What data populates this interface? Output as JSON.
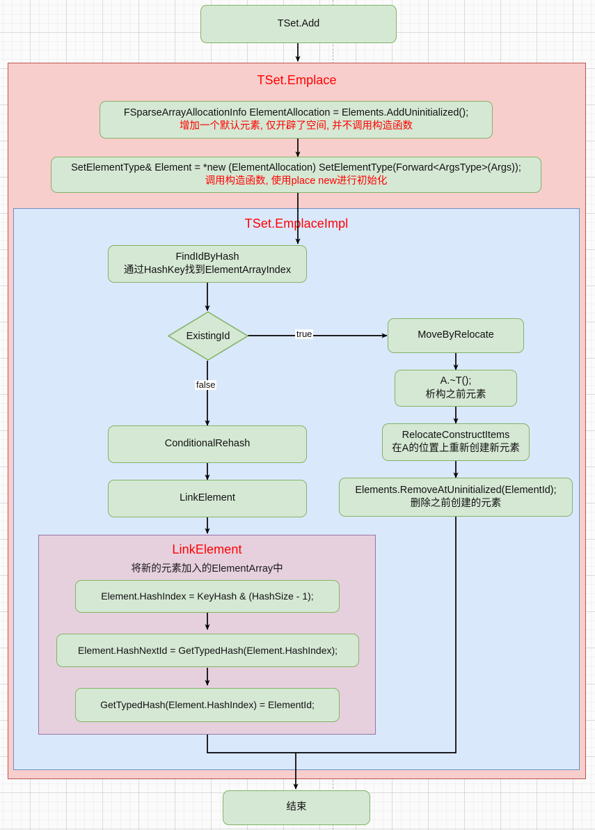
{
  "diagram": {
    "title_top_node": "TSet.Add",
    "end_node": "结束",
    "groups": {
      "emplace": {
        "title": "TSet.Emplace"
      },
      "emplace_impl": {
        "title": "TSet.EmplaceImpl"
      },
      "link_element": {
        "title": "LinkElement",
        "subtitle": "将新的元素加入的ElementArray中"
      }
    },
    "nodes": {
      "alloc": {
        "code": "FSparseArrayAllocationInfo ElementAllocation = Elements.AddUninitialized();",
        "note": "增加一个默认元素, 仅开辟了空间, 并不调用构造函数"
      },
      "placement_new": {
        "code": "SetElementType& Element = *new (ElementAllocation) SetElementType(Forward<ArgsType>(Args));",
        "note": "调用构造函数, 使用place new进行初始化"
      },
      "find_id_by_hash": {
        "title": "FindIdByHash",
        "note": "通过HashKey找到ElementArrayIndex"
      },
      "existing_id": {
        "label": "ExistingId"
      },
      "move_by_relocate": {
        "label": "MoveByRelocate"
      },
      "destruct": {
        "code": "A.~T();",
        "note": "析构之前元素"
      },
      "relocate_construct": {
        "title": "RelocateConstructItems",
        "note": "在A的位置上重新创建新元素"
      },
      "remove_at_uninit": {
        "code": "Elements.RemoveAtUninitialized(ElementId);",
        "note": "删除之前创建的元素"
      },
      "conditional_rehash": {
        "label": "ConditionalRehash"
      },
      "link_element_call": {
        "label": "LinkElement"
      },
      "hash_index": {
        "code": "Element.HashIndex = KeyHash & (HashSize - 1);"
      },
      "hash_next_id": {
        "code": "Element.HashNextId = GetTypedHash(Element.HashIndex);"
      },
      "set_typed_hash": {
        "code": "GetTypedHash(Element.HashIndex) = ElementId;"
      }
    },
    "edge_labels": {
      "true": "true",
      "false": "false"
    },
    "colors": {
      "node_fill": "#d5e8d4",
      "node_stroke": "#82b366",
      "group_red_fill": "#f8cecc",
      "group_red_stroke": "#b85450",
      "group_blue_fill": "#dae8fc",
      "group_blue_stroke": "#6c8ebf",
      "group_purple_fill": "#e6d0de",
      "group_purple_stroke": "#9673a6",
      "accent_red_text": "#ff0000",
      "edge_stroke": "#000000"
    }
  }
}
